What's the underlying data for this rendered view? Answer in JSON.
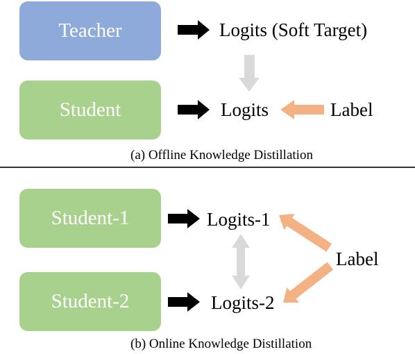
{
  "offline": {
    "teacher_label": "Teacher",
    "student_label": "Student",
    "teacher_logits": "Logits (Soft Target)",
    "student_logits": "Logits",
    "label": "Label",
    "caption": "(a) Offline Knowledge Distillation"
  },
  "online": {
    "student1_label": "Student-1",
    "student2_label": "Student-2",
    "logits1": "Logits-1",
    "logits2": "Logits-2",
    "label": "Label",
    "caption": "(b) Online Knowledge Distillation"
  },
  "colors": {
    "teacher_box": "#8eaadb",
    "student_box": "#a9d18e",
    "label_arrow": "#f4b183",
    "distill_arrow": "#d9d9d9",
    "flow_arrow": "#000000"
  }
}
